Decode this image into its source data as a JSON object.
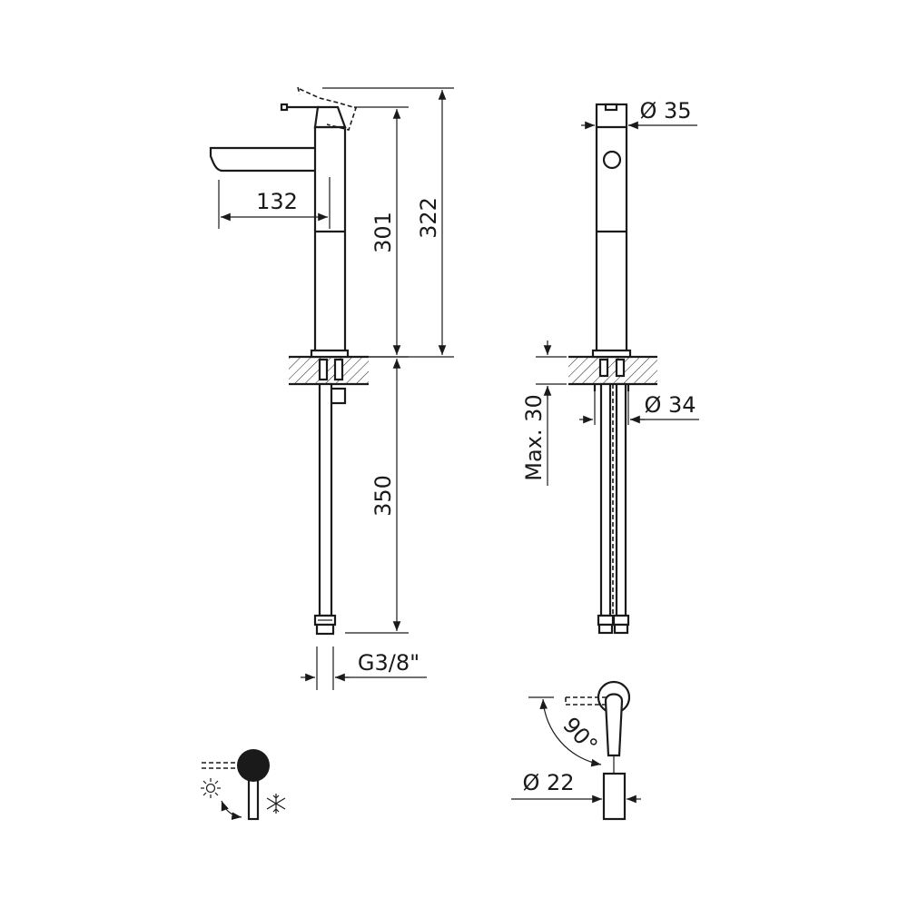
{
  "dimensions": {
    "spout_reach": "132",
    "body_height": "301",
    "total_height": "322",
    "hose_length": "350",
    "connection_thread": "G3/8\"",
    "body_diameter": "Ø 35",
    "fixing_diameter": "Ø 34",
    "max_worktop": "Max. 30",
    "lever_angle": "90°",
    "lever_diameter": "Ø 22"
  },
  "icons": {
    "hot": "sun-icon",
    "cold": "snowflake-icon",
    "rotation": "curved-arrow-icon"
  },
  "colors": {
    "line": "#1a1a1a",
    "background": "#ffffff"
  }
}
